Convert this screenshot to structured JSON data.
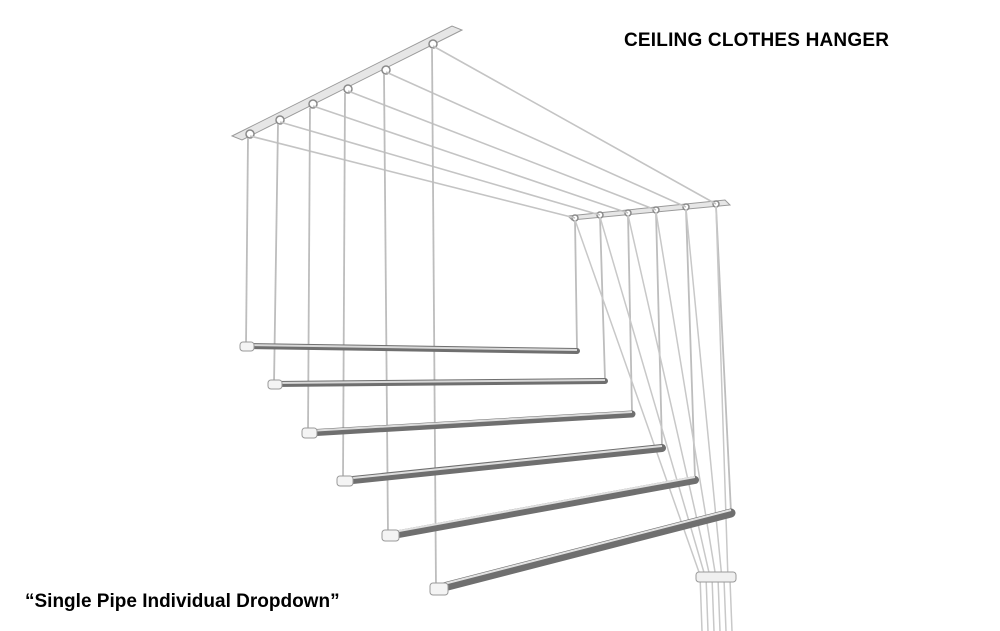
{
  "title": "CEILING CLOTHES HANGER",
  "caption": "“Single Pipe Individual Dropdown”",
  "colors": {
    "text": "#000000",
    "background": "#ffffff",
    "bracket": "#e6e6e6",
    "rope": "#bdbdbd",
    "pipe": "#9a9a9a",
    "end_cap": "#f2f2f2"
  },
  "pipe_count": 6
}
